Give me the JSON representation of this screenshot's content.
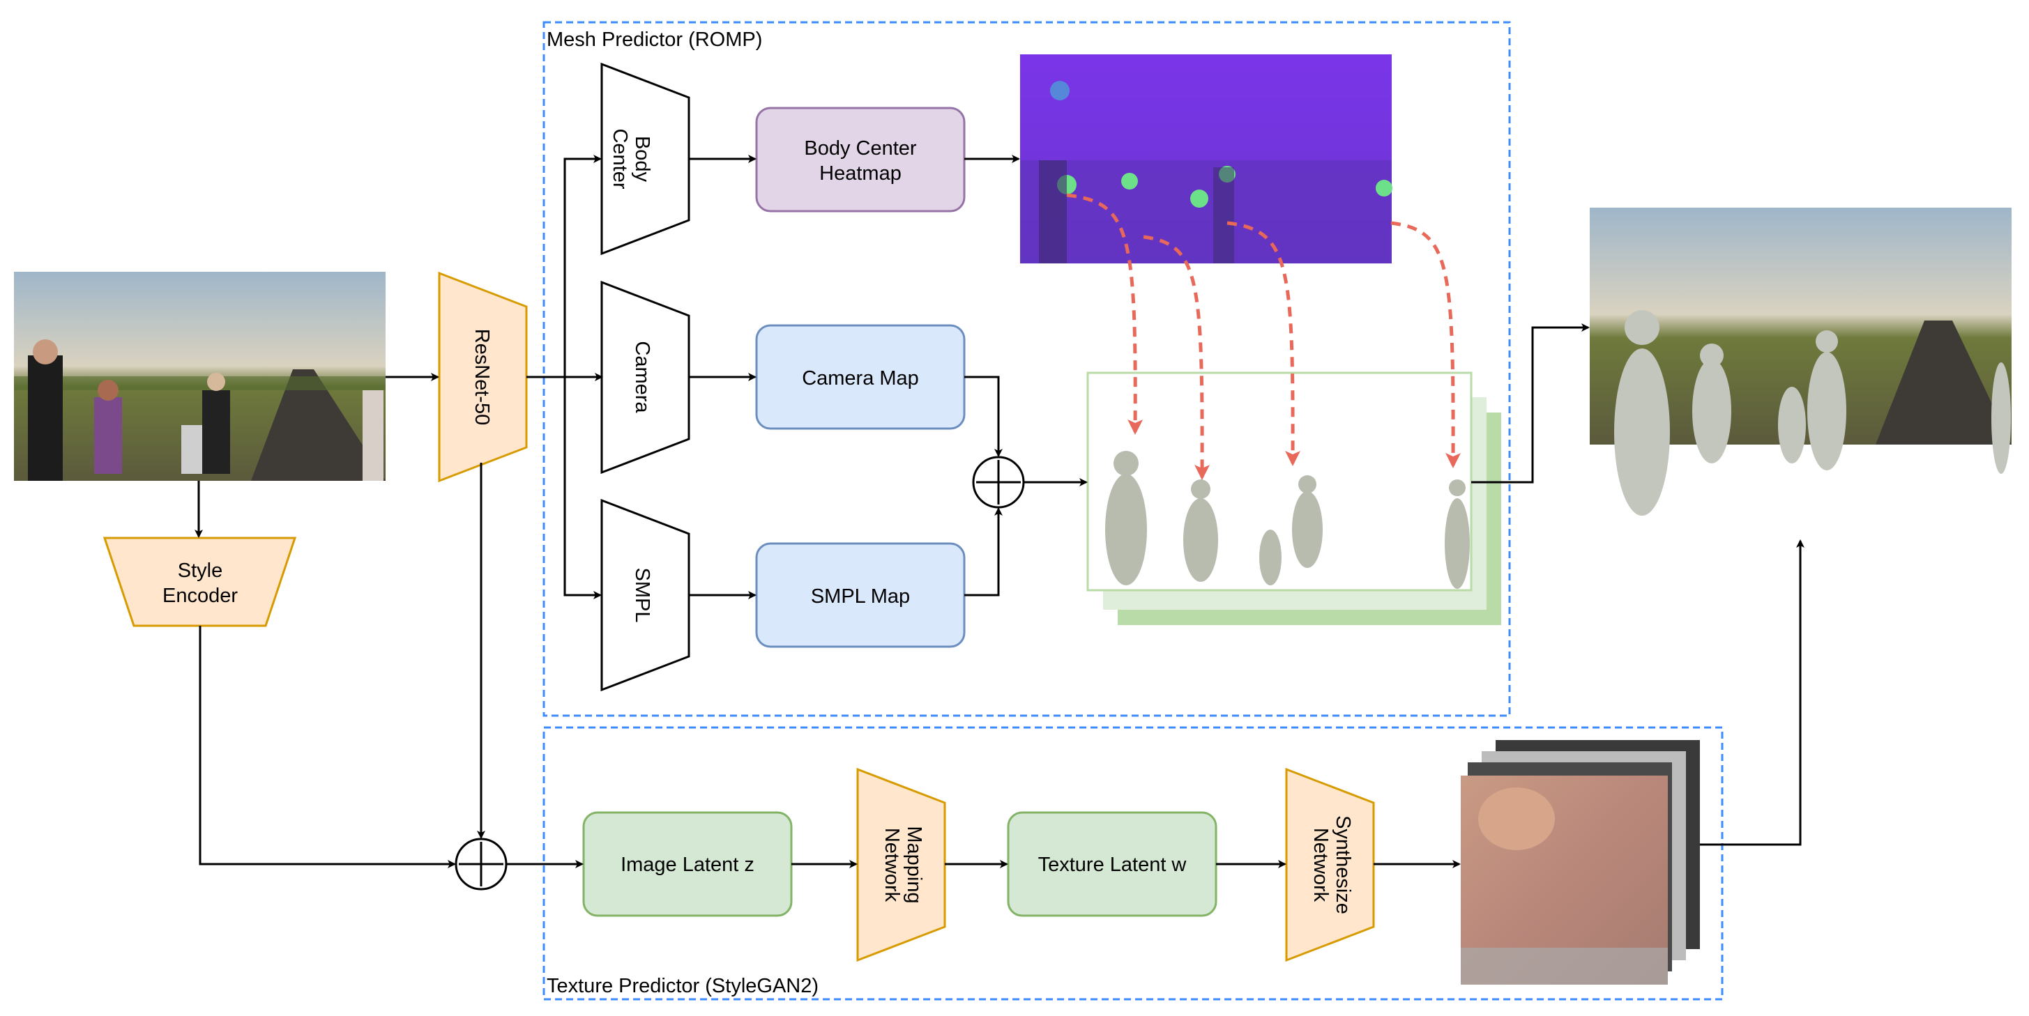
{
  "groups": {
    "mesh_title": "Mesh Predictor (ROMP)",
    "texture_title": "Texture Predictor (StyleGAN2)"
  },
  "trapezoids": {
    "resnet": "ResNet-50",
    "style_line1": "Style",
    "style_line2": "Encoder",
    "body_center_line1": "Body",
    "body_center_line2": "Center",
    "camera": "Camera",
    "smpl": "SMPL",
    "mapping_line1": "Mapping",
    "mapping_line2": "Network",
    "synth_line1": "Synthesize",
    "synth_line2": "Network"
  },
  "boxes": {
    "heatmap_line1": "Body Center",
    "heatmap_line2": "Heatmap",
    "camera_map": "Camera Map",
    "smpl_map": "SMPL Map",
    "image_latent": "Image Latent z",
    "texture_latent": "Texture Latent w"
  },
  "colors": {
    "orange_fill": "#FFE6CC",
    "orange_stroke": "#D79B00",
    "purple_fill": "#E1D5E7",
    "purple_stroke": "#9673A6",
    "blue_fill": "#DAE8FC",
    "blue_stroke": "#6C8EBF",
    "green_fill": "#D5E8D4",
    "green_stroke": "#82B366",
    "group_border": "#3D8BFD",
    "dashed_arrow": "#E8685A"
  }
}
